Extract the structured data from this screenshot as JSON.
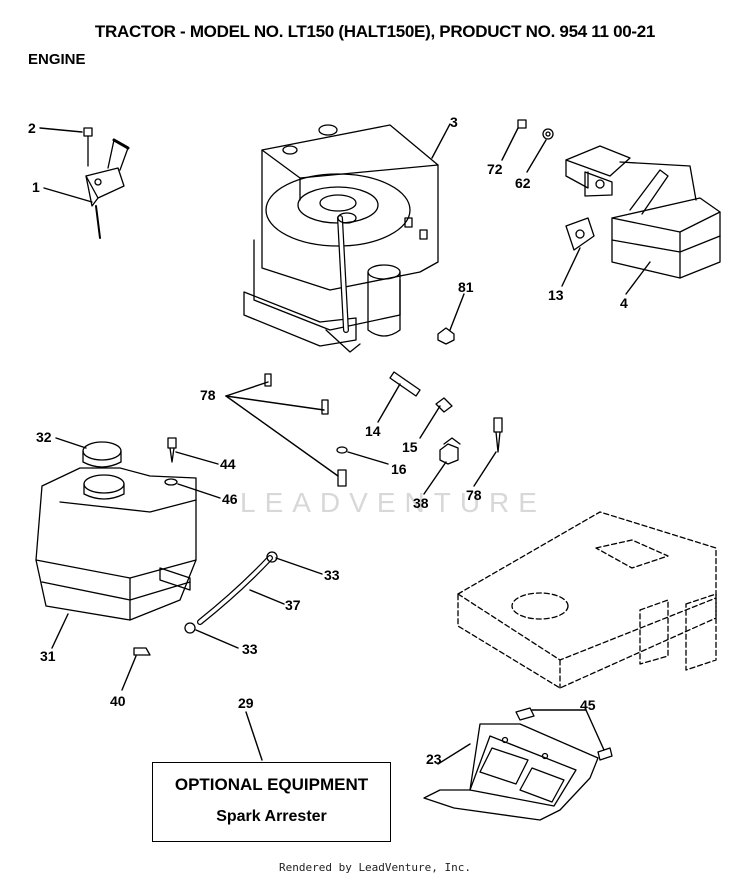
{
  "header": {
    "title": "TRACTOR - MODEL NO. LT150 (HALT150E), PRODUCT NO. 954 11 00-21",
    "section": "ENGINE"
  },
  "watermark": "LEADVENTURE",
  "callouts": {
    "c1": "1",
    "c2": "2",
    "c3": "3",
    "c4": "4",
    "c13": "13",
    "c62": "62",
    "c72": "72",
    "c81": "81",
    "c78a": "78",
    "c14": "14",
    "c15": "15",
    "c16": "16",
    "c38": "38",
    "c78b": "78",
    "c32": "32",
    "c44": "44",
    "c46": "46",
    "c33a": "33",
    "c37": "37",
    "c33b": "33",
    "c31": "31",
    "c40": "40",
    "c29": "29",
    "c45": "45",
    "c23": "23"
  },
  "optional_box": {
    "title": "OPTIONAL EQUIPMENT",
    "subtitle": "Spark Arrester"
  },
  "footer": "Rendered by LeadVenture, Inc."
}
